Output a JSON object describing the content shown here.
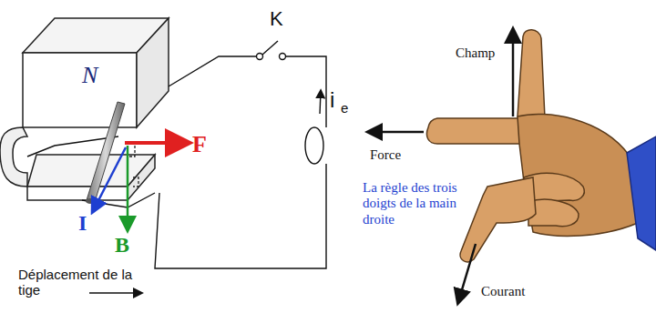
{
  "diagram": {
    "labels": [
      "N",
      "K",
      "i",
      "e",
      "F",
      "I",
      "B",
      "Déplacement de la tige",
      "Champ",
      "Force",
      "La règle des trois doigts de la main droite",
      "Courant"
    ]
  }
}
